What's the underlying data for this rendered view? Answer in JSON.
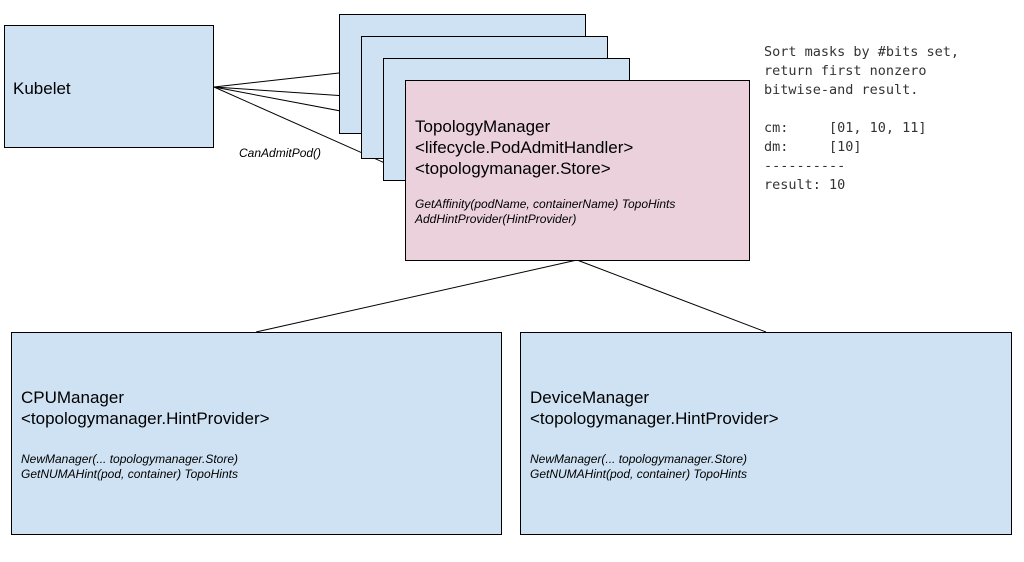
{
  "kubelet": {
    "label": "Kubelet"
  },
  "edge_label": "CanAdmitPod()",
  "topology_manager": {
    "title": "TopologyManager",
    "interfaces": [
      "<lifecycle.PodAdmitHandler>",
      "<topologymanager.Store>"
    ],
    "methods": [
      "GetAffinity(podName, containerName) TopoHints",
      "AddHintProvider(HintProvider)"
    ]
  },
  "note": {
    "lines": [
      "Sort masks by #bits set,",
      "return first nonzero",
      "bitwise-and result.",
      "",
      "cm:     [01, 10, 11]",
      "dm:     [10]",
      "----------",
      "result: 10"
    ]
  },
  "cpu_manager": {
    "title": "CPUManager",
    "interface": "<topologymanager.HintProvider>",
    "methods": [
      "NewManager(... topologymanager.Store)",
      "GetNUMAHint(pod, container) TopoHints"
    ]
  },
  "device_manager": {
    "title": "DeviceManager",
    "interface": "<topologymanager.HintProvider>",
    "methods": [
      "NewManager(... topologymanager.Store)",
      "GetNUMAHint(pod, container) TopoHints"
    ]
  }
}
